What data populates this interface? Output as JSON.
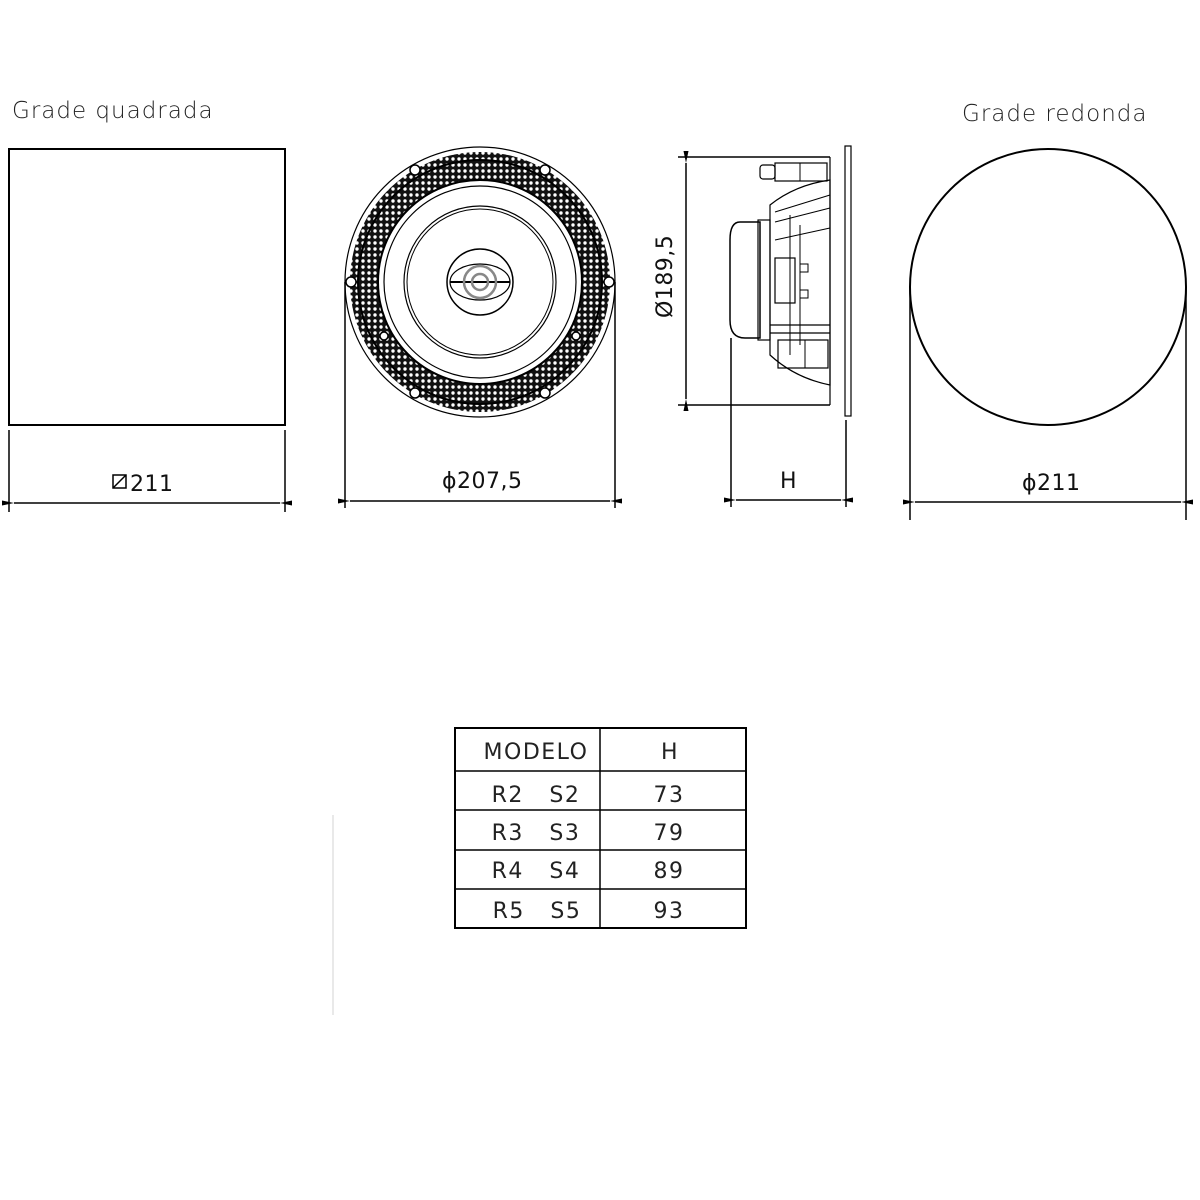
{
  "titles": {
    "square_grille": "Grade quadrada",
    "round_grille": "Grade redonda"
  },
  "dimensions": {
    "square_width": "⌀211",
    "square_symbol": "□",
    "square_value": "211",
    "front_diameter": "ϕ207,5",
    "side_height": "Ø189,5",
    "side_depth": "H",
    "round_diameter": "ϕ211"
  },
  "table": {
    "headers": [
      "MODELO",
      "H"
    ],
    "rows": [
      {
        "modelo": "R2   S2",
        "h": "73"
      },
      {
        "modelo": "R3   S3",
        "h": "79"
      },
      {
        "modelo": "R4   S4",
        "h": "89"
      },
      {
        "modelo": "R5   S5",
        "h": "93"
      }
    ]
  },
  "colors": {
    "line": "#000000",
    "background": "#ffffff",
    "text": "#222222"
  }
}
